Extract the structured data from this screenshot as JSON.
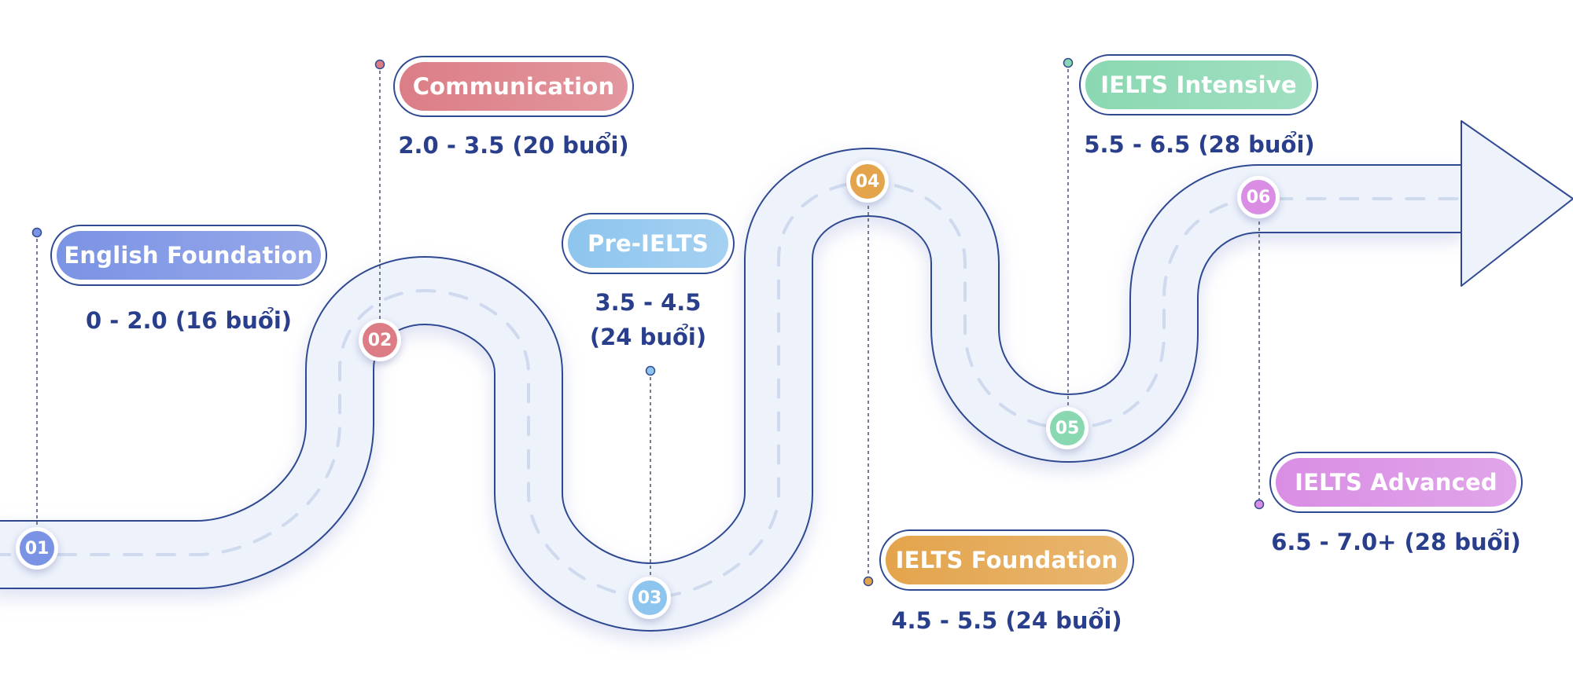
{
  "colors": {
    "road_fill": "#edf2fb",
    "road_edge": "#2f4a92",
    "road_dash": "#cfdaee",
    "text": "#2a3f8c"
  },
  "stages": [
    {
      "num": "01",
      "title": "English Foundation",
      "range": "0 - 2.0 (16 buổi)",
      "color": "#7b93e4"
    },
    {
      "num": "02",
      "title": "Communication",
      "range": "2.0 - 3.5 (20 buổi)",
      "color": "#dc7d86"
    },
    {
      "num": "03",
      "title": "Pre-IELTS",
      "range_line1": "3.5 - 4.5",
      "range_line2": "(24 buổi)",
      "color": "#8ec5ee"
    },
    {
      "num": "04",
      "title": "IELTS Foundation",
      "range": "4.5 - 5.5 (24 buổi)",
      "color": "#e3a44c"
    },
    {
      "num": "05",
      "title": "IELTS Intensive",
      "range": "5.5 - 6.5 (28 buổi)",
      "color": "#8ad8b2"
    },
    {
      "num": "06",
      "title": "IELTS Advanced",
      "range": "6.5 - 7.0+ (28 buổi)",
      "color": "#d98ee4"
    }
  ]
}
